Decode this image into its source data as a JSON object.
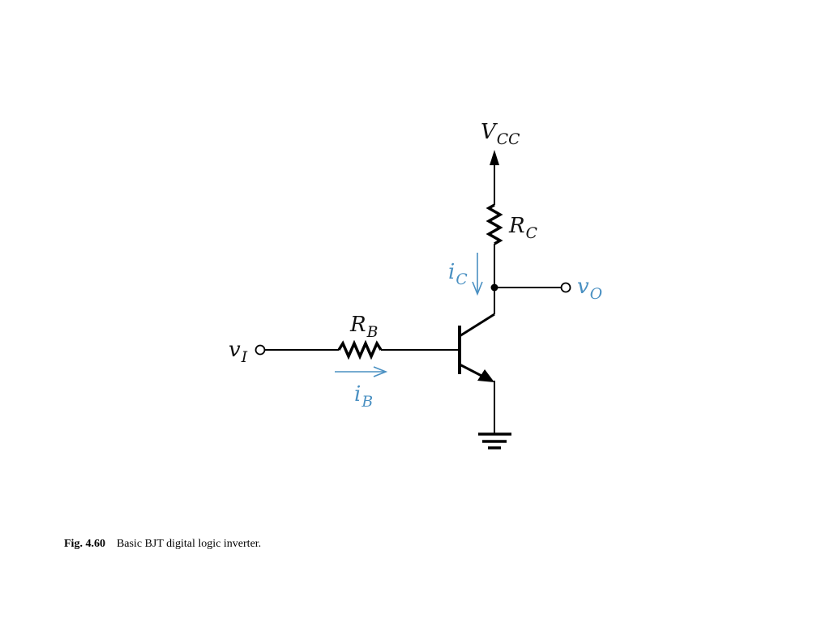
{
  "figure": {
    "number": "Fig. 4.60",
    "title": "Basic BJT digital logic inverter."
  },
  "labels": {
    "vcc": {
      "main": "V",
      "sub": "CC",
      "color": "#111111"
    },
    "rc": {
      "main": "R",
      "sub": "C",
      "color": "#111111"
    },
    "ic": {
      "main": "i",
      "sub": "C",
      "color": "#4a90c2"
    },
    "vo": {
      "main": "v",
      "sub": "O",
      "color": "#4a90c2"
    },
    "rb": {
      "main": "R",
      "sub": "B",
      "color": "#111111"
    },
    "vi": {
      "main": "v",
      "sub": "I",
      "color": "#111111"
    },
    "ib": {
      "main": "i",
      "sub": "B",
      "color": "#4a90c2"
    }
  },
  "colors": {
    "wire": "#000000",
    "annotation": "#4a90c2",
    "background": "#ffffff"
  }
}
